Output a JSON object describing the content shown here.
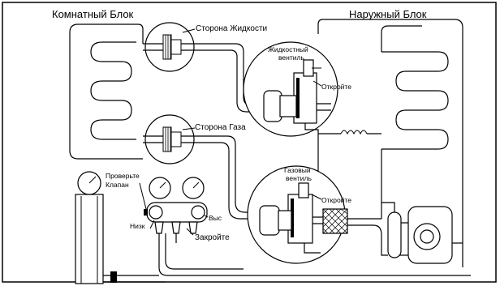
{
  "labels": {
    "indoor_unit": "Комнатный Блок",
    "outdoor_unit": "Наружный Блок",
    "liquid_side": "Сторона Жидкости",
    "gas_side": "Сторона Газа",
    "liquid_valve_line1": "Жидкостный",
    "liquid_valve_line2": "вентиль",
    "open_top": "Откройте",
    "gas_valve_line1": "Газовый",
    "gas_valve_line2": "вентиль",
    "open_bottom": "Откройте",
    "check_line1": "Проверьте",
    "check_line2": "Клапан",
    "low": "Низк",
    "high": "Выс",
    "close": "Закройте"
  }
}
